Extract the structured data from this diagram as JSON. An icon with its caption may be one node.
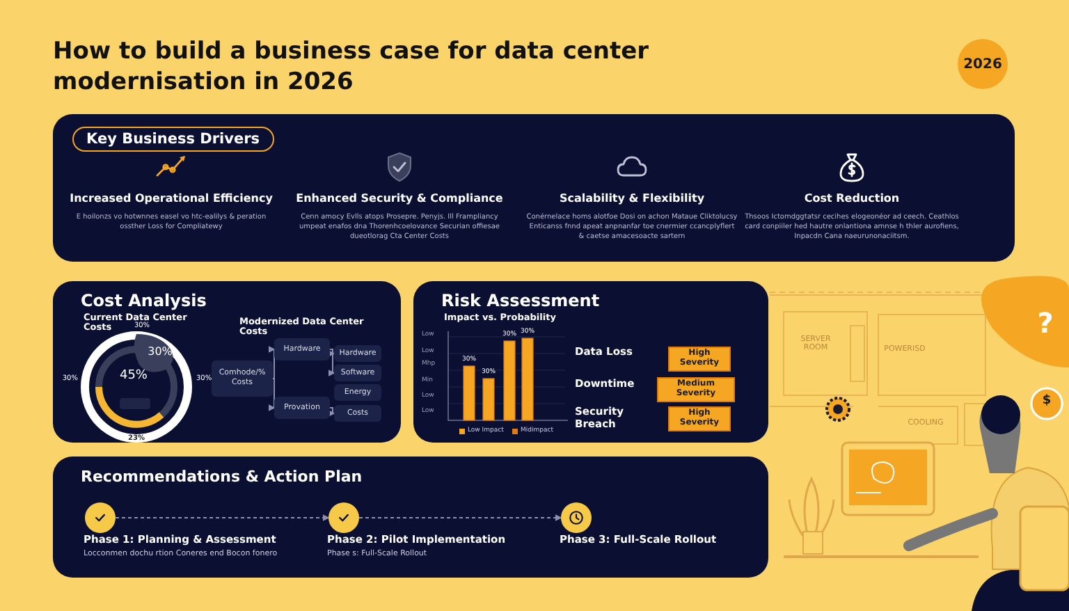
{
  "diagram": {
    "title": "How to build a business case for data center modernisation in 2026",
    "nodes": [
      {
        "text": [
          "2026"
        ]
      },
      {
        "text": [
          "Key Business Drivers"
        ]
      },
      {
        "text": [
          "Increased Operational Efficiency",
          "E hoilonzs vo hotwnnes easel vo htc-ealilys & peration ossther Loss for Compliatewy"
        ],
        "in": 1
      },
      {
        "text": [
          "Enhanced Security & Compliance",
          "Cenn amocy Evlls atops Prosepre. Penyjs. Ill Frampliancy umpeat enafos dna Thorenhcoelovance Securian offiesae dueotlorag Cta Center Costs"
        ],
        "in": 1
      },
      {
        "text": [
          "Scalability & Flexibility",
          "Conérnelace homs alotfoe Dosi on achon Mataue Cliktolucsy Enticanss fnnd apeat anpnanfar toe cnermier ccancplyflert & caetse amacesoacte sartern"
        ],
        "in": 1
      },
      {
        "text": [
          "Cost Reduction",
          "Thsoos Ictomdggtatsr cecihes elogeonéor ad ceech. Ceathlos card conpiiler hed hautre onlantiona amnse h thler aurofiens, Inpacdn Cana naeurunonaciitsm."
        ],
        "in": 1
      },
      {
        "text": [
          "Cost Analysis"
        ]
      },
      {
        "text": [
          "Comhode/% Costs"
        ],
        "in": 6
      },
      {
        "text": [
          "Hardware"
        ],
        "in": 6
      },
      {
        "text": [
          "Provation"
        ],
        "in": 6
      },
      {
        "text": [
          "Hardware"
        ],
        "in": 6
      },
      {
        "text": [
          "Software"
        ],
        "in": 6
      },
      {
        "text": [
          "Energy"
        ],
        "in": 6
      },
      {
        "text": [
          "Costs"
        ],
        "in": 6
      },
      {
        "text": [
          "Risk Assessment"
        ]
      },
      {
        "text": [
          "Recommendations & Action Plan"
        ]
      },
      {
        "text": [],
        "shape": "circle",
        "in": 15,
        "beside": [
          "Phase 1: Planning & Assessment",
          "Locconmen dochu rtion Coneres end Bocon fonero"
        ]
      },
      {
        "text": [],
        "shape": "circle",
        "in": 15,
        "beside": [
          "Phase 2: Pilot Implementation",
          "Phase s: Full-Scale Rollout"
        ]
      },
      {
        "text": [],
        "shape": "circle",
        "in": 15,
        "beside": [
          "Phase 3: Full-Scale Rollout"
        ]
      }
    ],
    "edges": [
      {
        "from": 7,
        "to": 8,
        "arrow": "to"
      },
      {
        "from": 7,
        "to": 9,
        "arrow": "to"
      },
      {
        "from": 8,
        "to": 10,
        "arrow": "to"
      },
      {
        "from": 8,
        "to": 11,
        "arrow": "to"
      },
      {
        "from": 9,
        "to": 13,
        "arrow": "to"
      },
      {
        "from": 16,
        "to": 17,
        "arrow": "to",
        "style": "dashed"
      },
      {
        "from": 17,
        "to": 18,
        "arrow": "to",
        "style": "dashed"
      }
    ],
    "labels": [
      "Current Data Center Costs",
      "Modernized Data Center Costs",
      "30%",
      "30%",
      "45%",
      "30%",
      "30%",
      "23%",
      "Impact vs. Probability",
      "Low",
      "Low",
      "Mhp",
      "Min",
      "Low",
      "Low",
      "30%",
      "30%",
      "30%",
      "30%",
      "Data Loss",
      "High Severity",
      "Downtime",
      "Medium Severity",
      "Security Breach",
      "High Severity",
      "SERVER ROOM",
      "POWERISD",
      "COOLING",
      "?",
      "$"
    ],
    "legend": [
      {
        "text": "Low Impact",
        "color": "#f5a623"
      },
      {
        "text": "Midimpact",
        "color": "#e07b10"
      }
    ]
  }
}
